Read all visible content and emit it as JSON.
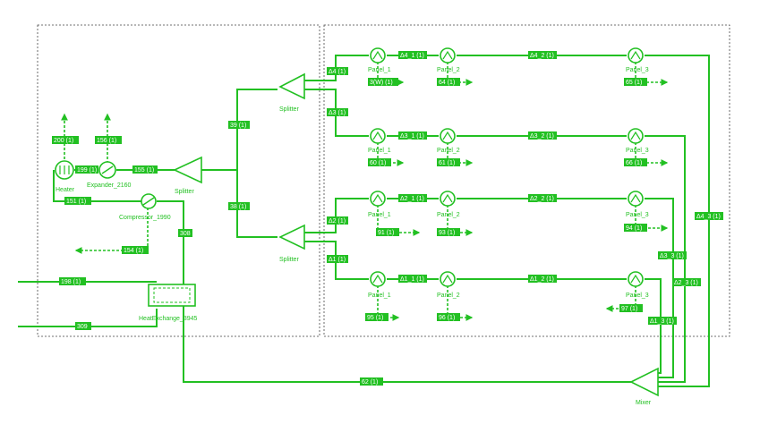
{
  "theme": {
    "accent": "#22c022",
    "background": "#ffffff"
  },
  "units": {
    "heater": "Heater",
    "expander": "Expander_2160",
    "splitter_main": "Splitter",
    "compressor": "Compressor_1990",
    "splitter_upper": "Splitter",
    "splitter_lower": "Splitter",
    "hx": "HeatExchange_3945",
    "mixer": "Mixer",
    "pi_4_1": "Panel_1",
    "pi_4_2": "Panel_2",
    "pi_4_3": "Panel_3",
    "pi_3_1": "Panel_1",
    "pi_3_2": "Panel_2",
    "pi_3_3": "Panel_3",
    "pi_2_1": "Panel_1",
    "pi_2_2": "Panel_2",
    "pi_2_3": "Panel_3",
    "pi_1_1": "Panel_1",
    "pi_1_2": "Panel_2",
    "pi_1_3": "Panel_3"
  },
  "streams": {
    "s200": "200 (1)",
    "s156": "156 (1)",
    "s199": "199 (1)",
    "s155": "155 (1)",
    "s151": "151 (1)",
    "s154": "154 (1)",
    "s308": "308",
    "s39": "39 (1)",
    "s38": "38 (1)",
    "s198": "198 (1)",
    "s309": "309",
    "d4": "Δ4 (1)",
    "d3": "Δ3 (1)",
    "d2": "Δ2 (1)",
    "d1": "Δ1 (1)",
    "d4_1": "Δ4_1 (1)",
    "d4_2": "Δ4_2 (1)",
    "d3_1": "Δ3_1 (1)",
    "d3_2": "Δ3_2 (1)",
    "d2_1": "Δ2_1 (1)",
    "d2_2": "Δ2_2 (1)",
    "d1_1": "Δ1_1 (1)",
    "d1_2": "Δ1_2 (1)",
    "d4_3": "Δ4_3 (1)",
    "d3_3": "Δ3_3 (1)",
    "d2_3": "Δ2_3 (1)",
    "d1_3": "Δ1_3 (1)",
    "q4a": "3(W) (1)",
    "q4b": "64 (1)",
    "q4c": "65 (1)",
    "q3a": "60 (1)",
    "q3b": "61 (1)",
    "q3c": "66 (1)",
    "q2a": "91 (1)",
    "q2b": "93 (1)",
    "q2c": "94 (1)",
    "q1a": "95 (1)",
    "q1b": "96 (1)",
    "q1c": "97 (1)",
    "s62": "62 (1)"
  }
}
